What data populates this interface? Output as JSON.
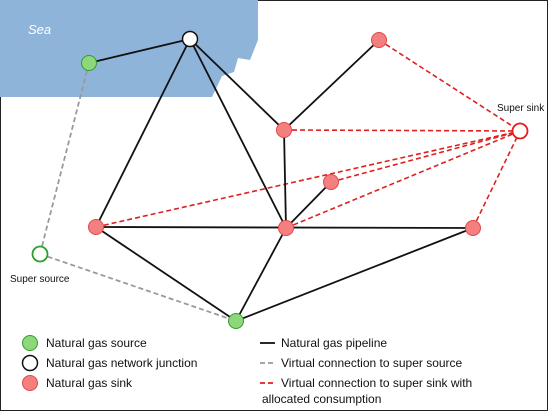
{
  "diagram": {
    "sea_label": "Sea",
    "super_source_label": "Super source",
    "super_sink_label": "Super sink"
  },
  "legend": {
    "source": "Natural gas source",
    "junction": "Natural gas network junction",
    "sink": "Natural gas sink",
    "pipeline": "Natural gas pipeline",
    "virtual_source": "Virtual connection to super source",
    "virtual_sink_line1": "Virtual connection to super sink with",
    "virtual_sink_line2": "allocated consumption"
  },
  "colors": {
    "sea": "#8fb4d9",
    "source": "#8ed77a",
    "source_stroke": "#2e9e2e",
    "sink": "#f47f7f",
    "sink_stroke": "#e04848",
    "pipeline": "#111111",
    "virtual_source": "#9a9a9a",
    "virtual_sink": "#e02020"
  }
}
